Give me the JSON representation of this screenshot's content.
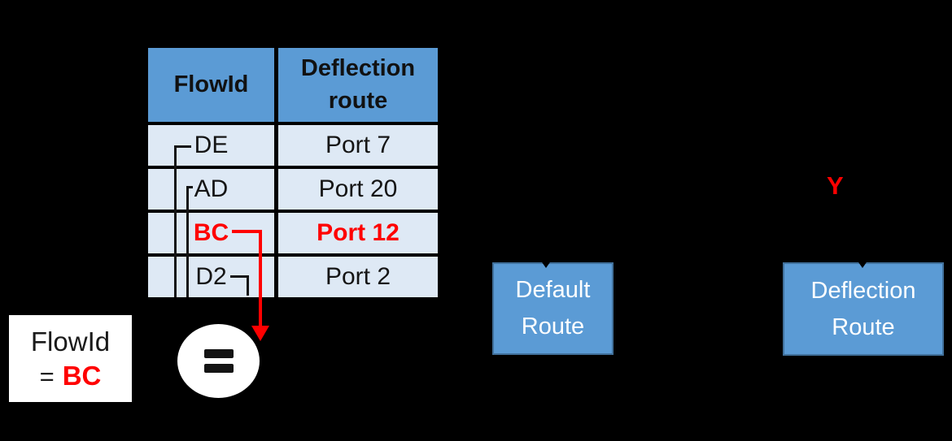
{
  "colors": {
    "background": "#000000",
    "accent_blue": "#5B9BD5",
    "accent_blue_border": "#41719C",
    "row_light_blue": "#DEE9F5",
    "highlight_red": "#FF0000"
  },
  "table": {
    "columns": [
      "FlowId",
      "Deflection route"
    ],
    "rows": [
      {
        "flow_id": "DE",
        "route": "Port 7",
        "highlighted": false
      },
      {
        "flow_id": "AD",
        "route": "Port 20",
        "highlighted": false
      },
      {
        "flow_id": "BC",
        "route": "Port 12",
        "highlighted": true
      },
      {
        "flow_id": "D2",
        "route": "Port 2",
        "highlighted": false
      }
    ]
  },
  "match_label": {
    "field": "FlowId",
    "equals": "=",
    "value": "BC"
  },
  "equals_node": {
    "symbol": "="
  },
  "decision": {
    "yes_label": "Y"
  },
  "route_boxes": {
    "default": "Default Route",
    "deflection": "Deflection Route"
  },
  "icons": {
    "equals-icon": "=",
    "arrow-down-icon": "▼",
    "arrow-tip-notch": "▾"
  }
}
